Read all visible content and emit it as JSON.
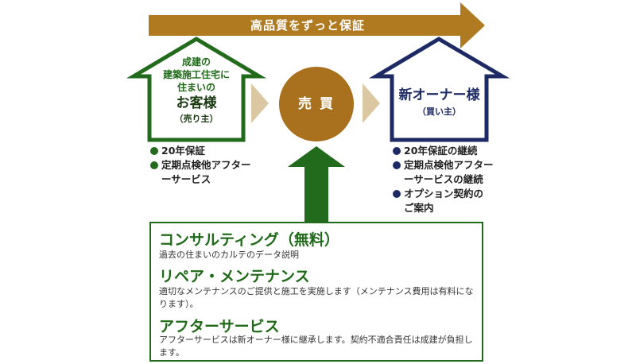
{
  "colors": {
    "brown": "#b07a20",
    "green": "#226b1c",
    "navy": "#1e2a64",
    "chevron": "#dcc7a3"
  },
  "top_banner": {
    "text": "高品質をずっと保証"
  },
  "seller_house": {
    "line1": "成建の",
    "line2": "建築施工住宅に",
    "line3": "住まいの",
    "name": "お客様",
    "role": "（売り主）"
  },
  "center_circle": {
    "label": "売 買"
  },
  "buyer_house": {
    "name": "新オーナー様",
    "role": "（買い主）"
  },
  "seller_bullets": [
    "20年保証",
    "定期点検他アフター",
    "ーサービス"
  ],
  "buyer_bullets": [
    "20年保証の継続",
    "定期点検他アフター",
    "ーサービスの継続",
    "オプション契約の",
    "ご案内"
  ],
  "services": [
    {
      "title": "コンサルティング（無料）",
      "desc": "過去の住まいのカルテのデータ説明"
    },
    {
      "title": "リペア・メンテナンス",
      "desc": "適切なメンテナンスのご提供と施工を実施します（メンテナンス費用は有料になります）。"
    },
    {
      "title": "アフターサービス",
      "desc": "アフターサービスは新オーナー様に継承します。契約不適合責任は成建が負担します。"
    }
  ]
}
